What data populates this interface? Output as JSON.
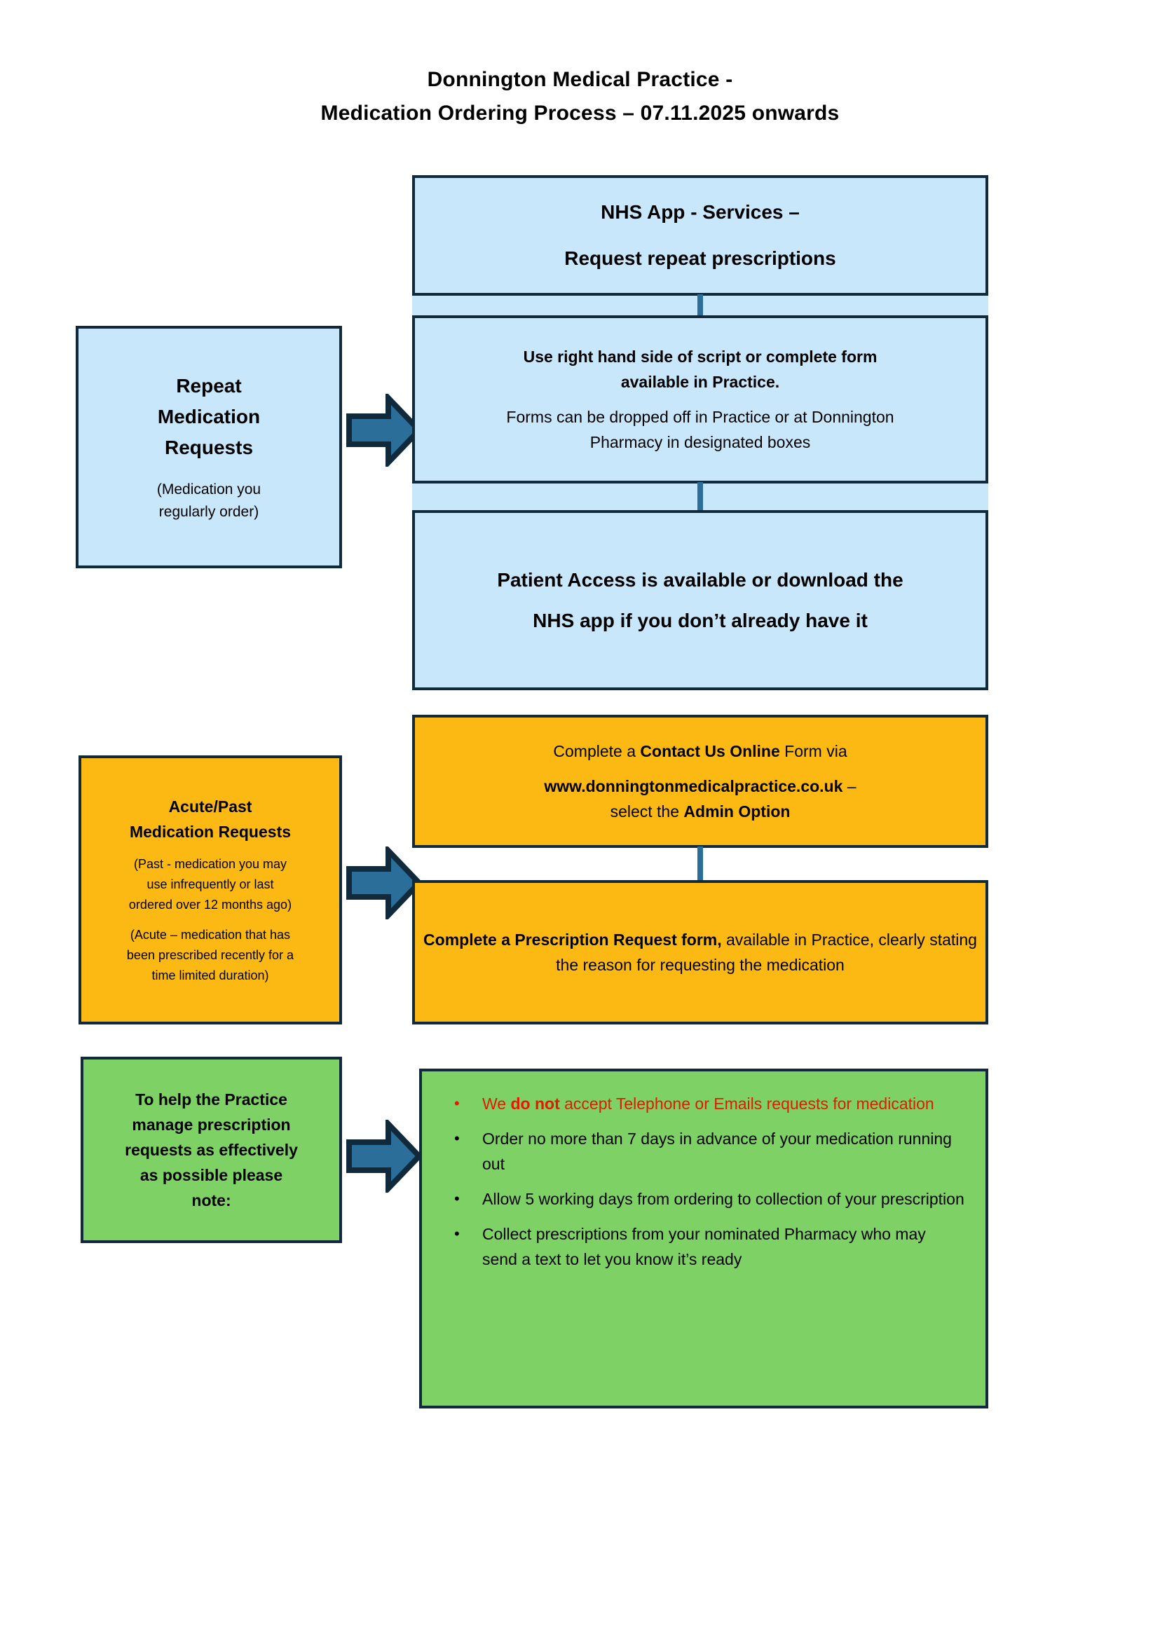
{
  "title": {
    "line1": "Donnington Medical Practice -",
    "line2": "Medication Ordering Process – 07.11.2025 onwards"
  },
  "colors": {
    "blue_fill": "#c9e7fb",
    "orange_fill": "#fcb913",
    "green_fill": "#7ed165",
    "border": "#102a3c",
    "arrow_fill": "#2b6e99",
    "red_text": "#e01b00"
  },
  "sections": {
    "repeat": {
      "left_box": {
        "heading_line1": "Repeat",
        "heading_line2": "Medication",
        "heading_line3": "Requests",
        "sub_line1": "(Medication you",
        "sub_line2": "regularly order)"
      },
      "box1": {
        "line1": "NHS App  - Services –",
        "line2": "Request repeat prescriptions"
      },
      "box2": {
        "bold_line1": "Use right hand side of script or complete form",
        "bold_line2": "available in Practice.",
        "normal_line1": "Forms can be dropped off in Practice or at Donnington",
        "normal_line2": "Pharmacy in designated boxes"
      },
      "box3": {
        "line1": "Patient Access is available or download the",
        "line2": "NHS app if you don’t already have it"
      }
    },
    "acute": {
      "left_box": {
        "heading_line1": "Acute/Past",
        "heading_line2": "Medication  Requests",
        "past_line1": "(Past - medication you may",
        "past_line2": "use infrequently or last",
        "past_line3": "ordered over 12 months ago)",
        "acute_line1": "(Acute – medication that has",
        "acute_line2": "been prescribed recently for a",
        "acute_line3": "time limited duration)"
      },
      "box1": {
        "line1_pre": "Complete a ",
        "line1_bold": "Contact Us Online",
        "line1_post": " Form via",
        "line2_bold": "www.donningtonmedicalpractice.co.uk",
        "line2_post": " –",
        "line3_pre": "select the  ",
        "line3_bold": "Admin Option"
      },
      "box2": {
        "bold_part": "Complete a Prescription Request form,",
        "normal_part": " available in Practice, clearly stating the reason for requesting the medication"
      }
    },
    "note": {
      "left_box": {
        "line1": "To help the Practice",
        "line2": "manage prescription",
        "line3": "requests as effectively",
        "line4": "as possible please",
        "line5": "note:"
      },
      "bullets": [
        {
          "pre": "We ",
          "bold": "do not",
          "post": " accept Telephone or Emails requests for medication",
          "red": true
        },
        {
          "pre": "Order no more than 7 days in advance of your medication running out",
          "bold": "",
          "post": "",
          "red": false
        },
        {
          "pre": "Allow 5 working days from ordering to collection of your prescription",
          "bold": "",
          "post": "",
          "red": false
        },
        {
          "pre": "Collect prescriptions from your nominated Pharmacy who may send a text to let you know it’s ready",
          "bold": "",
          "post": "",
          "red": false
        }
      ]
    }
  },
  "icons": {
    "arrow_repeat": "right-block-arrow",
    "arrow_acute": "right-block-arrow",
    "arrow_note": "right-block-arrow"
  }
}
